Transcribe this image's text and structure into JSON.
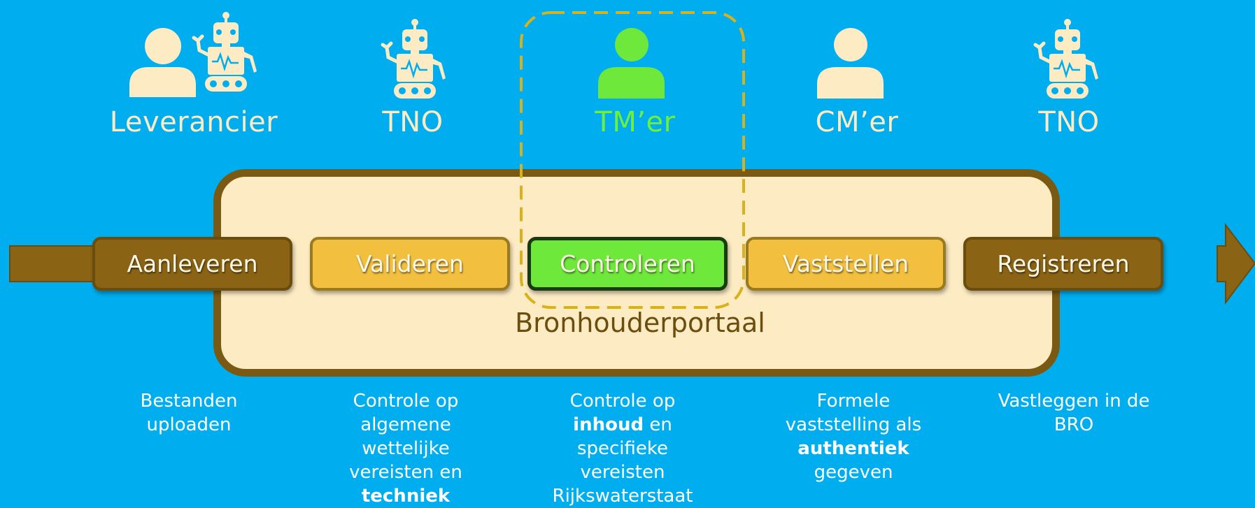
{
  "actors": [
    {
      "label": "Leverancier",
      "icons": [
        "person-icon",
        "robot-icon"
      ]
    },
    {
      "label": "TNO",
      "icons": [
        "robot-icon"
      ]
    },
    {
      "label": "TM’er",
      "icons": [
        "person-icon"
      ],
      "highlight": true
    },
    {
      "label": "CM’er",
      "icons": [
        "person-icon"
      ]
    },
    {
      "label": "TNO",
      "icons": [
        "robot-icon"
      ]
    }
  ],
  "portal": {
    "label": "Bronhouderportaal"
  },
  "steps": [
    {
      "label": "Aanleveren",
      "style": "dark"
    },
    {
      "label": "Valideren",
      "style": "gold"
    },
    {
      "label": "Controleren",
      "style": "green"
    },
    {
      "label": "Vaststellen",
      "style": "gold"
    },
    {
      "label": "Registreren",
      "style": "dark"
    }
  ],
  "descriptions": [
    {
      "lines": [
        [
          "Bestanden"
        ],
        [
          "uploaden"
        ]
      ]
    },
    {
      "lines": [
        [
          "Controle op"
        ],
        [
          "algemene"
        ],
        [
          "wettelijke"
        ],
        [
          "vereisten en"
        ],
        [
          {
            "b": "techniek"
          }
        ]
      ]
    },
    {
      "lines": [
        [
          "Controle op"
        ],
        [
          {
            "b": "inhoud"
          },
          " en"
        ],
        [
          "specifieke"
        ],
        [
          "vereisten"
        ],
        [
          "Rijkswaterstaat"
        ]
      ]
    },
    {
      "lines": [
        [
          "Formele"
        ],
        [
          "vaststelling als"
        ],
        [
          {
            "b": "authentiek"
          }
        ],
        [
          "gegeven"
        ]
      ]
    },
    {
      "lines": [
        [
          "Vastleggen in de"
        ],
        [
          "BRO"
        ]
      ]
    }
  ],
  "colors": {
    "background": "#00AEEF",
    "cream": "#FDEBC4",
    "brown": "#8A6414",
    "gold": "#F2C03E",
    "green": "#6EE83A",
    "dashed_highlight": "#D9B21A"
  }
}
